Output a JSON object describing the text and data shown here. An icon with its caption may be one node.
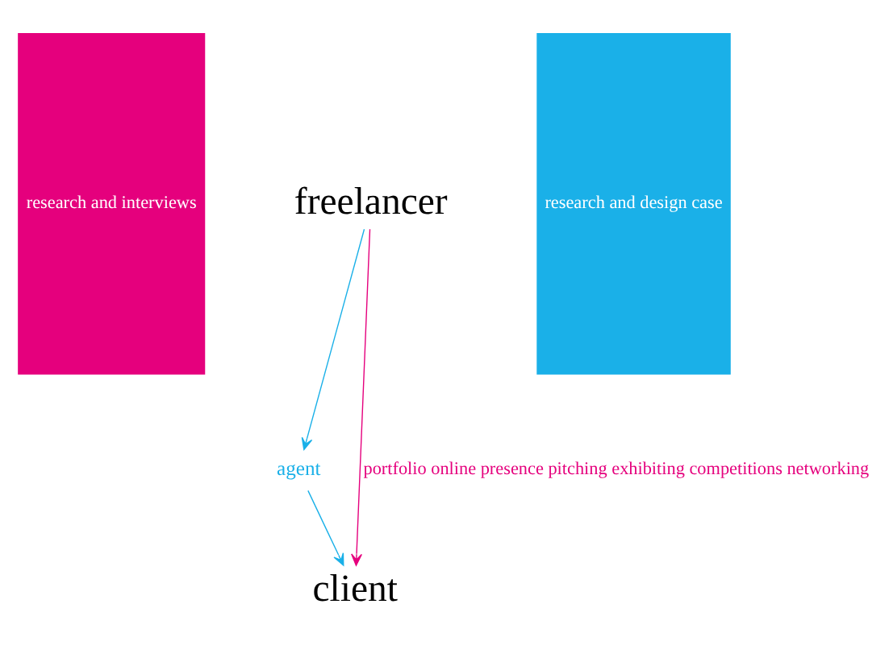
{
  "diagram": {
    "nodes": [
      {
        "text": [
          "research and interviews"
        ]
      },
      {
        "text": [
          "freelancer"
        ]
      },
      {
        "text": [
          "agent"
        ]
      },
      {
        "text": [
          "client"
        ]
      },
      {
        "text": [
          "research and design case"
        ]
      }
    ],
    "edges": [
      {
        "from": 1,
        "to": 3,
        "arrow": "to",
        "label": "portfolio online presence pitching exhibiting competitions networking",
        "color": "#e5007d"
      },
      {
        "from": 1,
        "to": 2,
        "arrow": "to"
      },
      {
        "from": 2,
        "to": 3,
        "arrow": "to"
      }
    ]
  }
}
